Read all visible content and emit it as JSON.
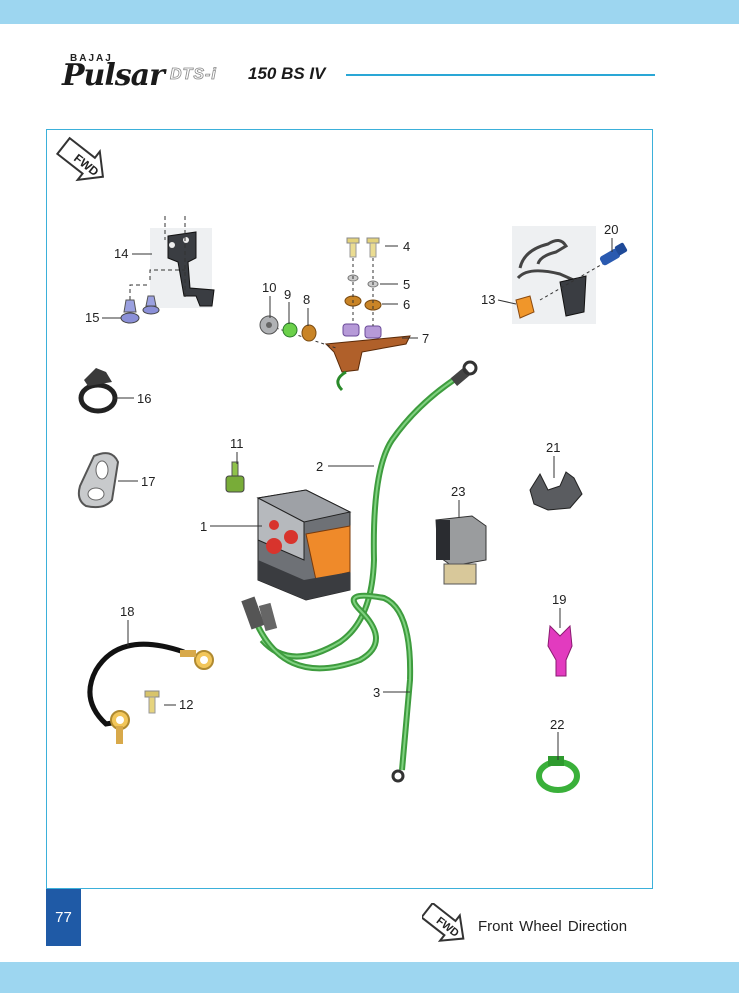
{
  "header": {
    "maker": "BAJAJ",
    "model": "Pulsar",
    "variant": "DTS-i",
    "suffix": "150 BS IV",
    "rule_color": "#2aa7d6"
  },
  "diagram": {
    "fwd_icon": "fwd-arrow-icon",
    "fwd_label": "FWD",
    "callouts": [
      "1",
      "2",
      "3",
      "4",
      "5",
      "6",
      "7",
      "8",
      "9",
      "10",
      "11",
      "12",
      "13",
      "14",
      "15",
      "16",
      "17",
      "18",
      "19",
      "20",
      "21",
      "22",
      "23"
    ]
  },
  "footer": {
    "page_number": "77",
    "legend_icon": "fwd-arrow-icon",
    "legend_icon_label": "FWD",
    "legend_text": "Front Wheel Direction"
  },
  "colors": {
    "band": "#9dd6f0",
    "frame": "#3bb0da",
    "page_box": "#1f5aa6",
    "wire_green": "#4db34d",
    "bracket_copper": "#b0602a",
    "fastener_purple": "#b69ad8",
    "clip_magenta": "#e23bbf"
  }
}
